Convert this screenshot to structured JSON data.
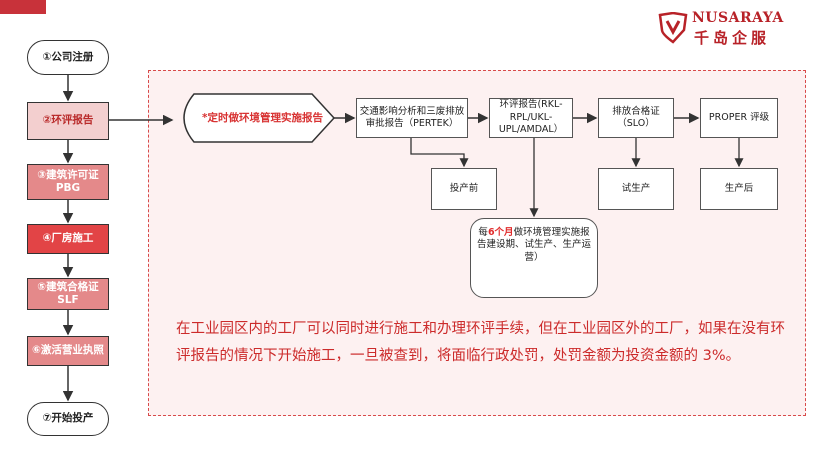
{
  "brand": {
    "name_en": "NUSARAYA",
    "name_cn": "千岛企服",
    "accent": "#c8323a"
  },
  "left_steps": [
    {
      "label": "①公司注册"
    },
    {
      "label": "②环评报告"
    },
    {
      "label": "③建筑许可证 PBG"
    },
    {
      "label": "④厂房施工"
    },
    {
      "label": "⑤建筑合格证 SLF"
    },
    {
      "label": "⑥激活营业执照"
    },
    {
      "label": "⑦开始投产"
    }
  ],
  "flow": {
    "periodic_report": "*定时做环境管理实施报告",
    "nodes": {
      "traffic": "交通影响分析和三废排放审批报告（PERTEK）",
      "eia": "环评报告(RKL-RPL/UKL-UPL/AMDAL）",
      "slo": "排放合格证（SLO）",
      "proper": "PROPER 评级"
    },
    "outcomes": {
      "pre_production": "投产前",
      "trial_production": "试生产",
      "post_production": "生产后"
    },
    "callout": {
      "prefix": "每",
      "highlight": "6个月",
      "suffix": "做环境管理实施报告建设期、试生产、生产运营）"
    }
  },
  "note": "在工业园区内的工厂可以同时进行施工和办理环评手续，但在工业园区外的工厂，如果在没有环评报告的情况下开始施工，一旦被查到，将面临行政处罚，处罚金额为投资金额的 3%。"
}
